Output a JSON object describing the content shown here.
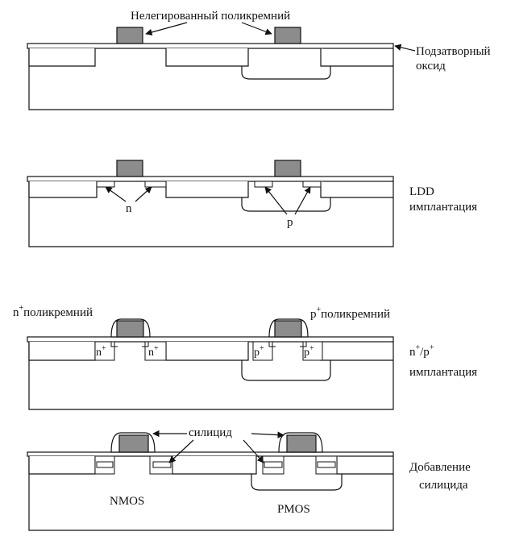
{
  "stage1": {
    "label_poly": "Нелегированный поликремний",
    "label_oxide_1": "Подзатворный",
    "label_oxide_2": "оксид"
  },
  "stage2": {
    "label_ldd_1": "LDD",
    "label_ldd_2": "имплантация",
    "label_n": "n",
    "label_p": "p"
  },
  "stage3": {
    "label_npoly_n": "n",
    "label_npoly_sup": "+",
    "label_npoly_text": "поликремний",
    "label_ppoly_p": "p",
    "label_ppoly_sup": "+",
    "label_ppoly_text": "поликремний",
    "label_impl_1_n": "n",
    "label_impl_1_nsup": "+",
    "label_impl_1_slash": "/p",
    "label_impl_1_psup": "+",
    "label_impl_2": "имплантация",
    "region_n": "n",
    "region_p": "p",
    "region_sup": "+"
  },
  "stage4": {
    "label_silicide": "силицид",
    "label_add_1": "Добавление",
    "label_add_2": "силицида",
    "label_nmos": "NMOS",
    "label_pmos": "PMOS"
  },
  "colors": {
    "line": "#111111",
    "gate": "#8c8c8c",
    "silicide": "#8c8c8c",
    "background": "#ffffff"
  }
}
